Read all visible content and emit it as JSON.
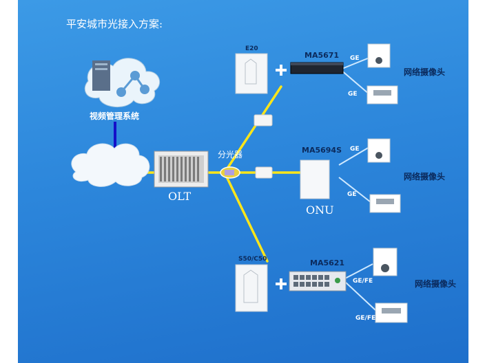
{
  "title": "平安城市光接入方案:",
  "video_system": "视频管理系统",
  "olt": "OLT",
  "splitter": "分光器",
  "onu": "ONU",
  "branches": [
    {
      "box_label": "E20",
      "device": "MA5671",
      "ports": [
        "GE",
        "GE"
      ],
      "camera_label": "网络摄像头"
    },
    {
      "device": "MA5694S",
      "ports": [
        "GE",
        "GE"
      ],
      "camera_label": "网络摄像头"
    },
    {
      "box_label": "S50/C50",
      "device": "MA5621",
      "ports": [
        "GE/FE",
        "GE/FE"
      ],
      "camera_label": "网络摄像头"
    }
  ],
  "colors": {
    "background": "#2c86db",
    "fiber": "#ffe619",
    "link_blue": "#1410c8",
    "ethernet": "#cfe9ff"
  },
  "icons": [
    "server-icon",
    "cloud-icon",
    "olt-icon",
    "splitter-icon",
    "connector-icon",
    "dome-camera-icon",
    "bullet-camera-icon",
    "plus-icon",
    "switch-icon",
    "onu-icon",
    "enclosure-icon"
  ]
}
